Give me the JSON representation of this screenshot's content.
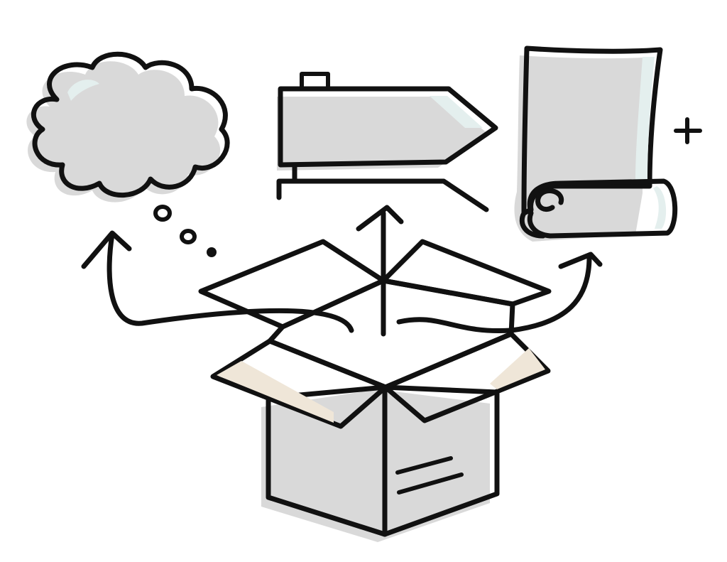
{
  "illustration": {
    "colors": {
      "ink": "#111111",
      "shadow": "#d9d9d9",
      "fill_blue": "#c9dedd",
      "fill_blue_highlight": "#e4efee",
      "fill_cardboard": "#c4ab87",
      "fill_cardboard_light": "#efe6d8",
      "background": "#ffffff"
    },
    "elements": {
      "thought_cloud": {
        "icon": "thought-cloud-icon"
      },
      "signpost": {
        "icon": "signpost-arrow-icon"
      },
      "scroll": {
        "icon": "paper-scroll-icon"
      },
      "plus": {
        "icon": "plus-icon"
      },
      "box": {
        "icon": "open-cardboard-box-icon"
      },
      "arrows": [
        "arrow-to-cloud",
        "arrow-to-signpost",
        "arrow-to-scroll"
      ]
    }
  }
}
